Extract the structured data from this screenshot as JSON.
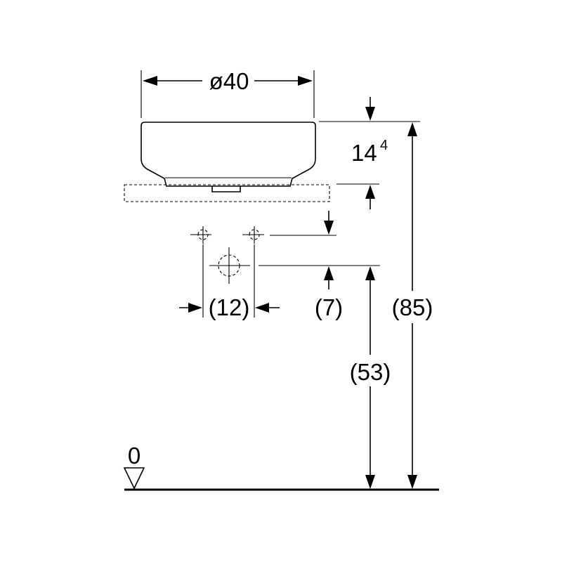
{
  "drawing": {
    "dimensions": {
      "diameter": "ø40",
      "rim_height_main": "14",
      "rim_height_sup": "4",
      "total_height": "(85)",
      "rim_to_floor": "(53)",
      "outlet_offset": "(7)",
      "tap_spacing": "(12)"
    },
    "floor_level": "0",
    "colors": {
      "ink": "#000000",
      "paper": "#ffffff"
    }
  }
}
